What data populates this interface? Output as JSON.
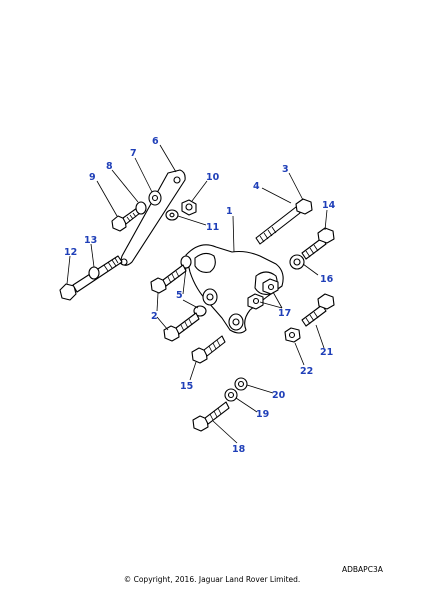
{
  "diagram": {
    "callouts": [
      "1",
      "2",
      "3",
      "4",
      "5",
      "6",
      "7",
      "8",
      "9",
      "10",
      "11",
      "12",
      "13",
      "14",
      "15",
      "16",
      "17",
      "18",
      "19",
      "20",
      "21",
      "22"
    ],
    "accent_color": "#1f3fb8"
  },
  "footer": {
    "drawing_code": "ADBAPC3A",
    "copyright": "© Copyright, 2016. Jaguar Land Rover Limited."
  }
}
